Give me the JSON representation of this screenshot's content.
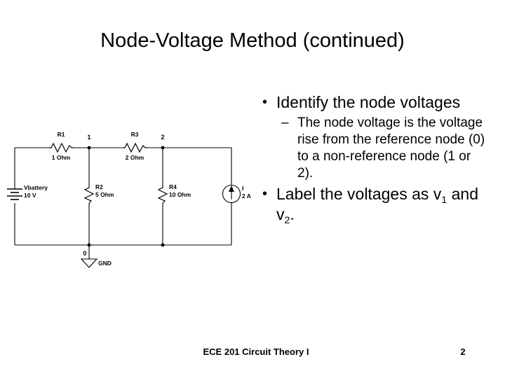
{
  "slide": {
    "title": "Node-Voltage Method (continued)",
    "footer_text": "ECE 201 Circuit Theory I",
    "page_number": "2"
  },
  "bullets": {
    "b1": "Identify the node voltages",
    "b1_marker": "•",
    "s1": "The node voltage is the voltage rise from the reference node (0) to a non-reference node (1 or 2).",
    "s1_marker": "–",
    "b2_marker": "•",
    "b2_prefix": "Label the voltages as v",
    "b2_sub1": "1",
    "b2_mid": " and v",
    "b2_sub2": "2",
    "b2_suffix": "."
  },
  "circuit": {
    "components": {
      "r1_name": "R1",
      "r1_value": "1 Ohm",
      "r3_name": "R3",
      "r3_value": "2 Ohm",
      "r2_name": "R2",
      "r2_value": "5 Ohm",
      "r4_name": "R4",
      "r4_value": "10 Ohm",
      "battery_name": "Vbattery",
      "battery_value": "10 V",
      "source_name": "I",
      "source_value": "2 A",
      "ground_label": "GND"
    },
    "nodes": {
      "node1": "1",
      "node2": "2",
      "node0": "0"
    },
    "colors": {
      "wire": "#000000",
      "background": "#ffffff"
    }
  }
}
